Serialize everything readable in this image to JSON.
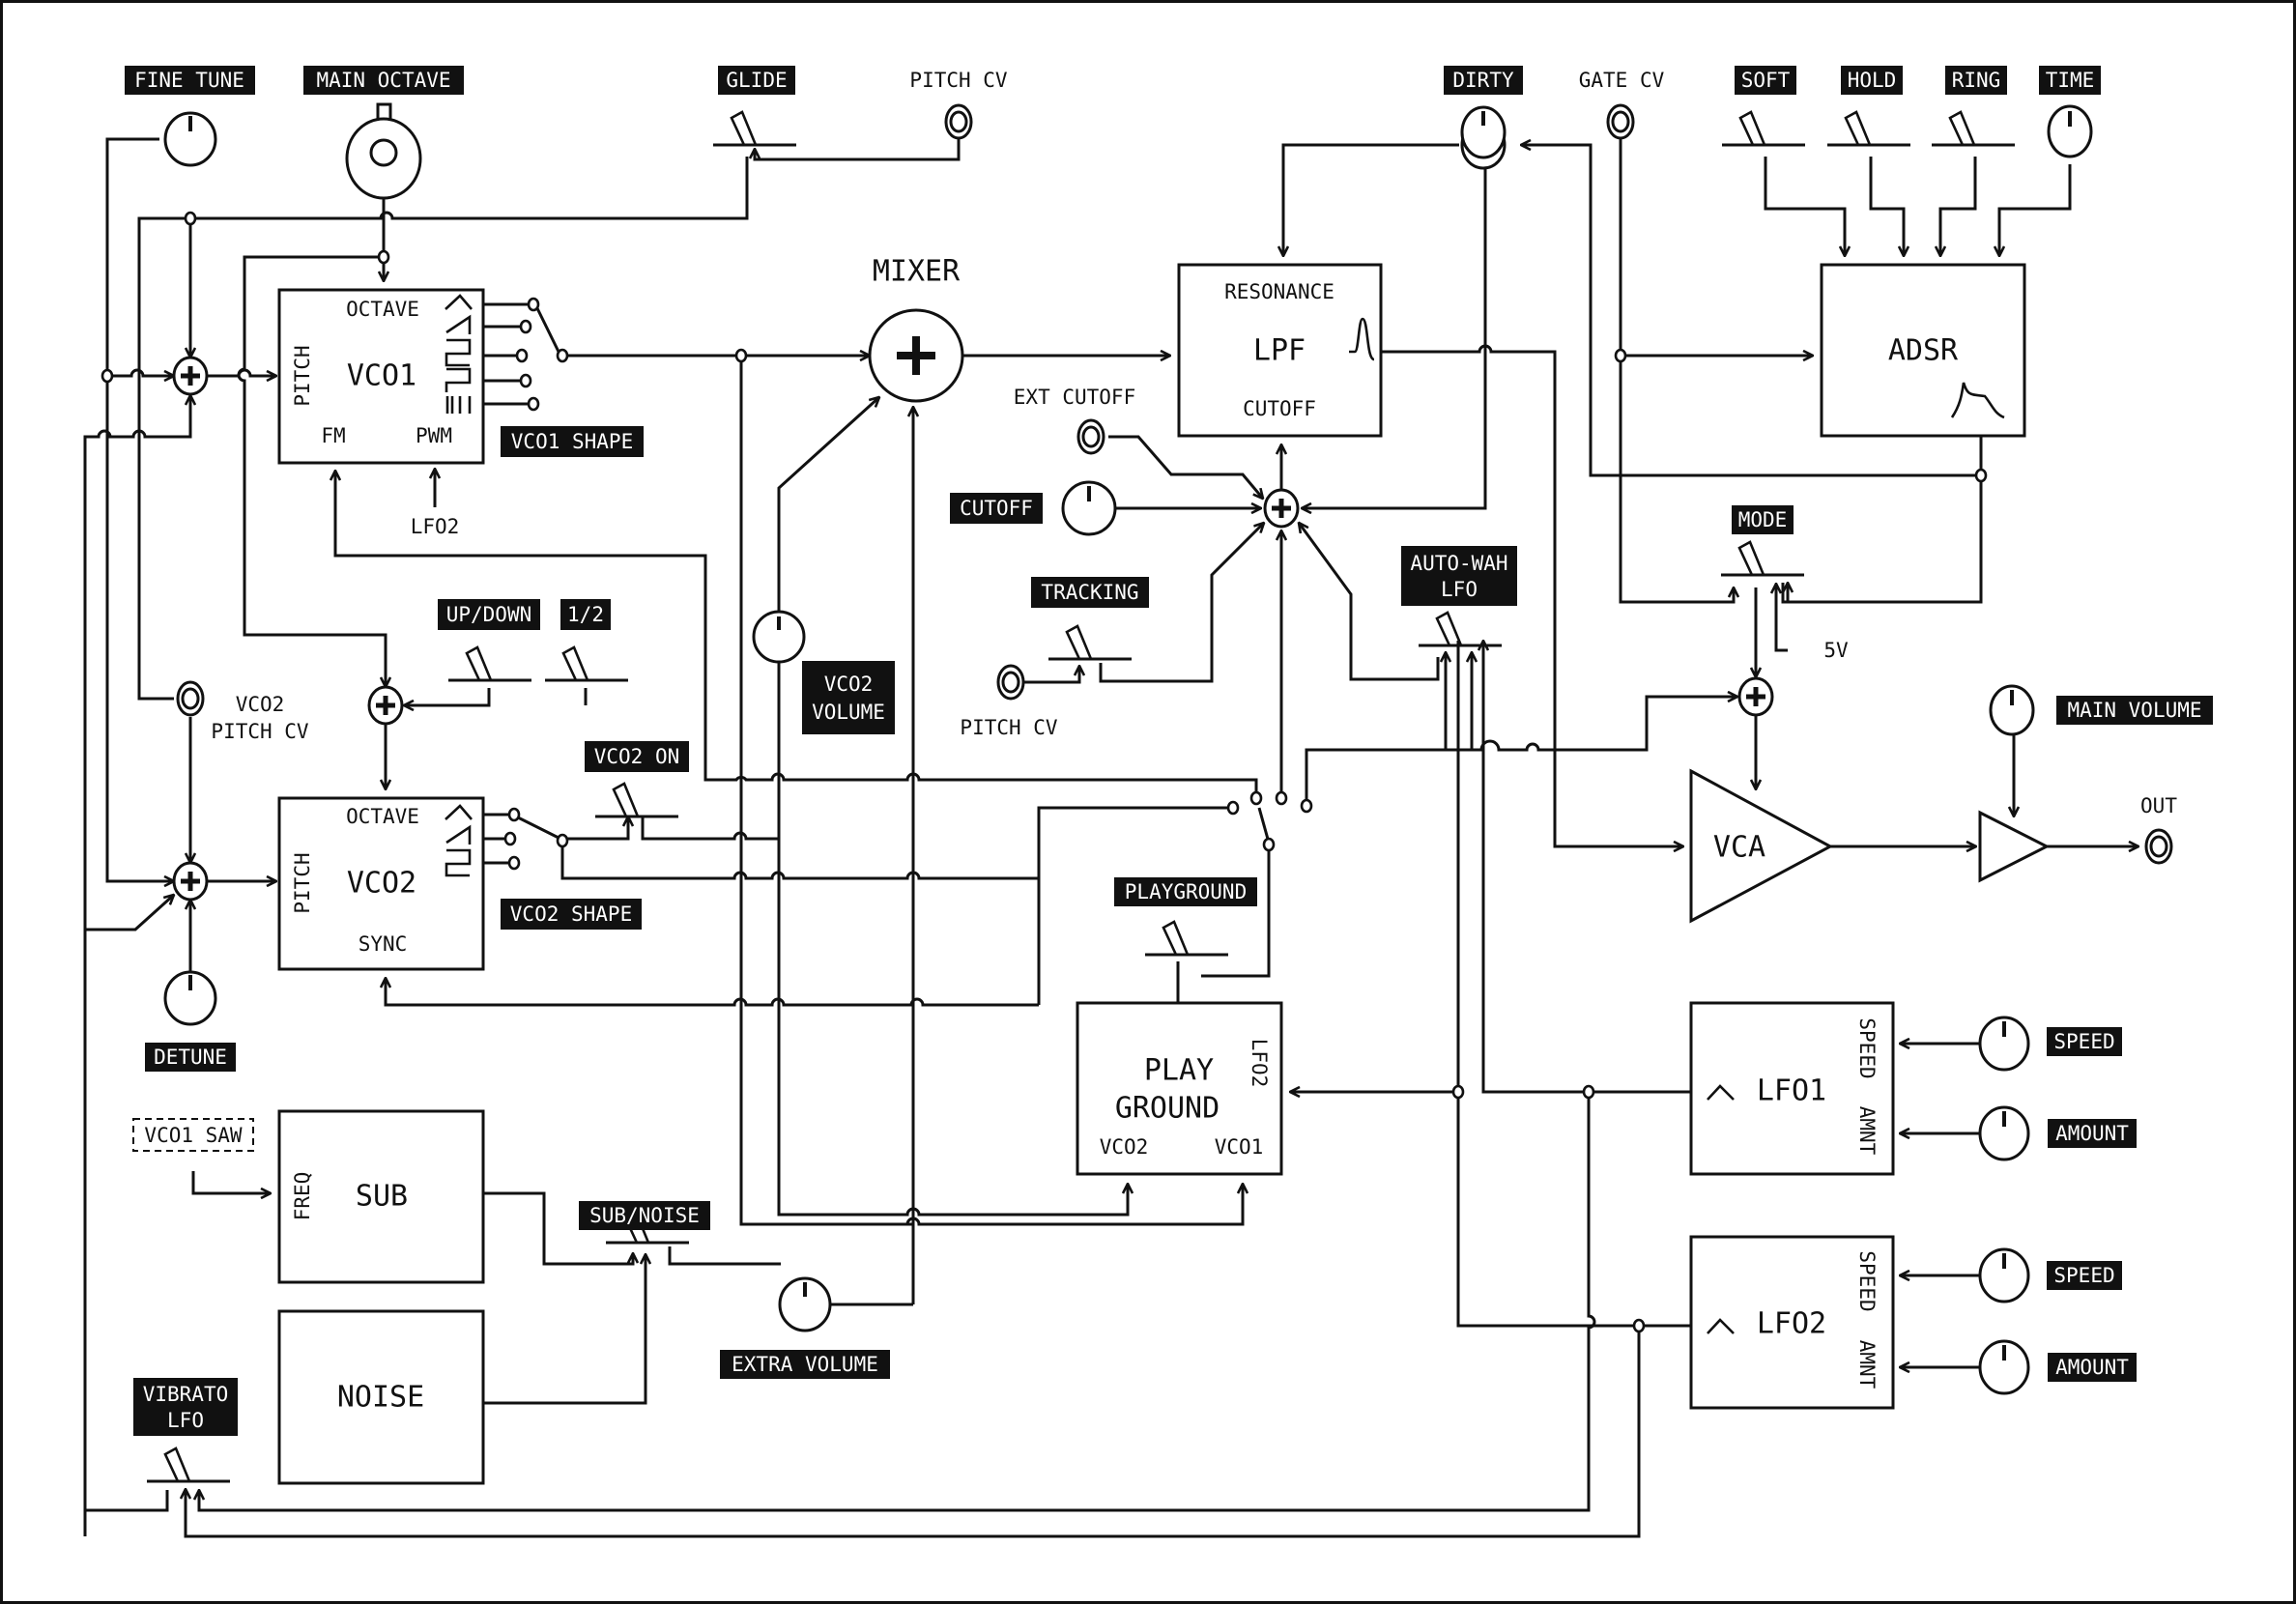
{
  "diagram": {
    "title": "Synthesizer signal flow block diagram",
    "colors": {
      "ink": "#111111",
      "background": "#ffffff",
      "label_text": "#ffffff"
    }
  },
  "controls": {
    "fine_tune": "FINE TUNE",
    "main_octave": "MAIN OCTAVE",
    "glide": "GLIDE",
    "pitch_cv": "PITCH CV",
    "dirty": "DIRTY",
    "gate_cv": "GATE CV",
    "soft": "SOFT",
    "hold": "HOLD",
    "ring": "RING",
    "time": "TIME",
    "vco1_shape": "VCO1 SHAPE",
    "vco2_shape": "VCO2 SHAPE",
    "up_down": "UP/DOWN",
    "half": "1/2",
    "vco2_on": "VCO2 ON",
    "vco2_volume_line1": "VCO2",
    "vco2_volume_line2": "VOLUME",
    "detune": "DETUNE",
    "vco2_pitch_cv_line1": "VCO2",
    "vco2_pitch_cv_line2": "PITCH CV",
    "ext_cutoff": "EXT CUTOFF",
    "cutoff": "CUTOFF",
    "tracking": "TRACKING",
    "tracking_pitch_cv": "PITCH CV",
    "auto_wah_line1": "AUTO-WAH",
    "auto_wah_line2": "LFO",
    "mode": "MODE",
    "five_volt": "5V",
    "main_volume": "MAIN VOLUME",
    "out": "OUT",
    "playground": "PLAYGROUND",
    "lfo1_speed": "SPEED",
    "lfo1_amount": "AMOUNT",
    "lfo2_speed": "SPEED",
    "lfo2_amount": "AMOUNT",
    "vco1_saw": "VCO1 SAW",
    "sub_noise": "SUB/NOISE",
    "extra_volume": "EXTRA VOLUME",
    "vibrato_line1": "VIBRATO",
    "vibrato_line2": "LFO",
    "lfo2_ref": "LFO2"
  },
  "blocks": {
    "mixer": "MIXER",
    "vco1": {
      "name": "VCO1",
      "octave": "OCTAVE",
      "pitch": "PITCH",
      "fm": "FM",
      "pwm": "PWM"
    },
    "vco2": {
      "name": "VCO2",
      "octave": "OCTAVE",
      "pitch": "PITCH",
      "sync": "SYNC"
    },
    "lpf": {
      "name": "LPF",
      "resonance": "RESONANCE",
      "cutoff": "CUTOFF"
    },
    "adsr": {
      "name": "ADSR"
    },
    "vca": {
      "name": "VCA"
    },
    "lfo1": {
      "name": "LFO1",
      "speed": "SPEED",
      "amount": "AMNT"
    },
    "lfo2": {
      "name": "LFO2",
      "speed": "SPEED",
      "amount": "AMNT"
    },
    "playground": {
      "line1": "PLAY",
      "line2": "GROUND",
      "lfo2": "LFO2",
      "vco2": "VCO2",
      "vco1": "VCO1"
    },
    "sub": {
      "name": "SUB",
      "freq": "FREQ"
    },
    "noise": {
      "name": "NOISE"
    }
  },
  "icons": {
    "vco1_waveforms": [
      "triangle-wave",
      "saw-wave",
      "square-wave",
      "pulse-wave",
      "noise-bars"
    ],
    "vco2_waveforms": [
      "triangle-wave",
      "saw-wave",
      "square-wave"
    ],
    "lpf_curve": "resonant-peak-curve",
    "adsr_curve": "envelope-curve",
    "lfo_shape": "triangle-wave"
  }
}
